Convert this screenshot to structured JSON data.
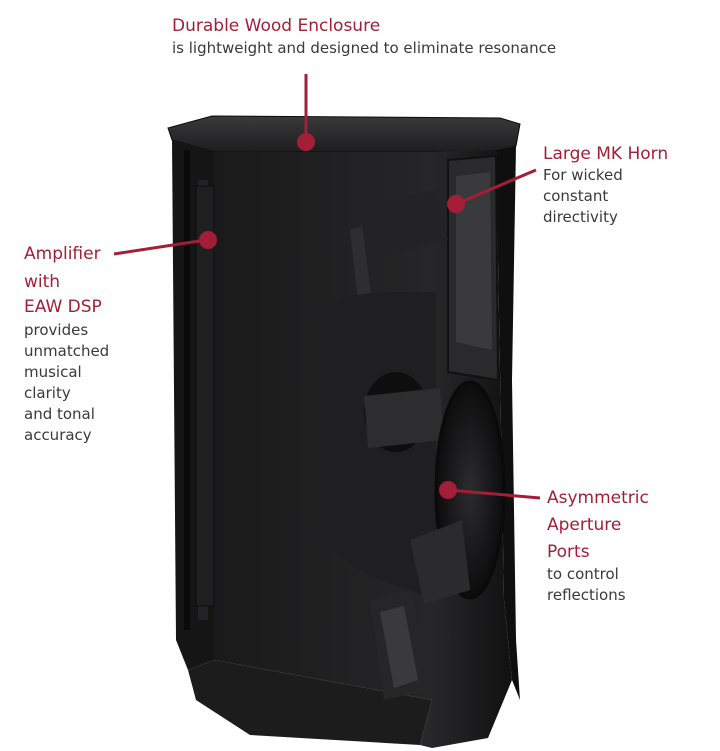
{
  "accent_color": "#a31e36",
  "callouts": {
    "enclosure": {
      "title": "Durable Wood Enclosure",
      "description": "is lightweight and designed to eliminate resonance"
    },
    "horn": {
      "title": "Large MK Horn",
      "description": [
        "For wicked",
        "constant",
        "directivity"
      ]
    },
    "amplifier": {
      "title": [
        "Amplifier",
        "with",
        "EAW DSP"
      ],
      "description": [
        "provides",
        "unmatched",
        "musical",
        "clarity",
        "and tonal",
        "accuracy"
      ]
    },
    "ports": {
      "title": [
        "Asymmetric",
        "Aperture",
        "Ports"
      ],
      "description": [
        "to control",
        "reflections"
      ]
    }
  }
}
